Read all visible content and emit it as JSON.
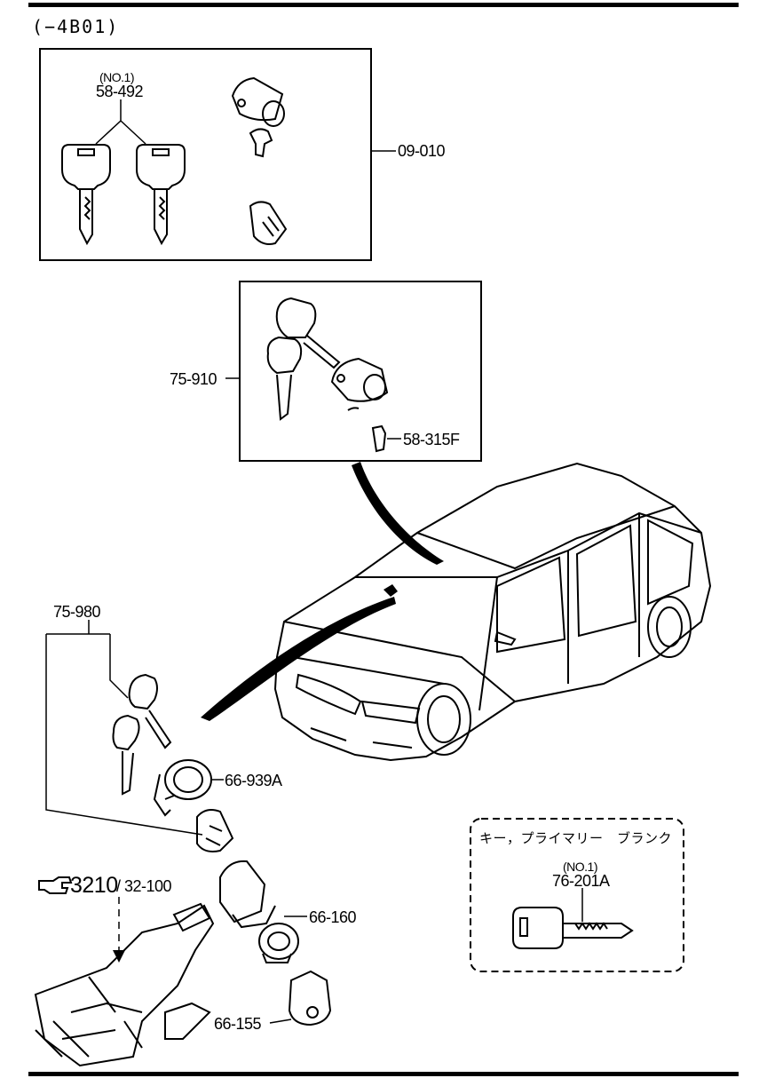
{
  "section_code": "(−4B01)",
  "callouts": {
    "key_set_no1": "(NO.1)",
    "key_set_part": "58-492",
    "lock_set_part": "09-010",
    "door_lock_set": "75-910",
    "door_cylinder_clip": "58-315F",
    "ignition_set": "75-980",
    "ring": "66-939A",
    "ref_group_number": "3210",
    "ref_group_sub": "/ 32-100",
    "ignition_switch": "66-160",
    "cylinder": "66-155"
  },
  "blank_key_box": {
    "title": "キー，プライマリー　ブランク",
    "no1": "(NO.1)",
    "part": "76-201A"
  }
}
